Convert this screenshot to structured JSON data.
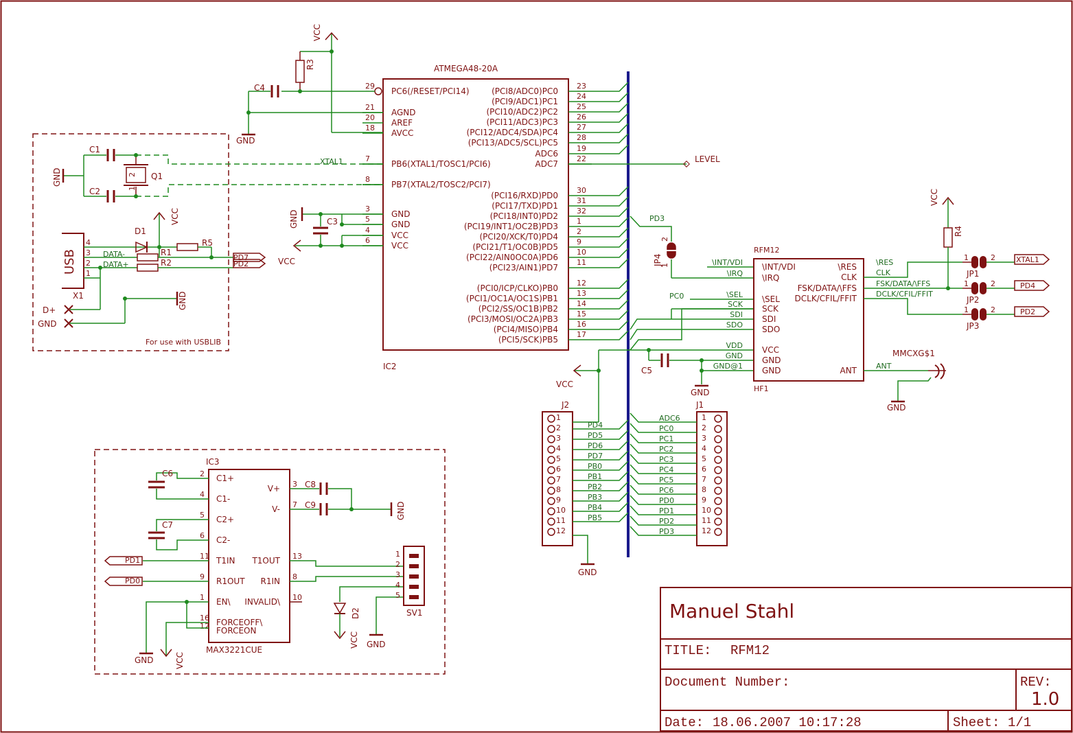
{
  "colors": {
    "symbol": "#7f1212",
    "net": "#1f8a1f",
    "bus": "#1a1a8c",
    "frame": "#7f1212"
  },
  "title_block": {
    "author": "Manuel Stahl",
    "title_label": "TITLE:",
    "title_value": "RFM12",
    "docnum_label": "Document Number:",
    "rev_label": "REV:",
    "rev_value": "1.0",
    "date_label": "Date:",
    "date_value": "18.06.2007 10:17:28",
    "sheet_label": "Sheet:",
    "sheet_value": "1/1"
  },
  "ic2": {
    "part": "ATMEGA48-20A",
    "ref": "IC2",
    "left_pins": [
      {
        "num": "29",
        "name": "PC6(/RESET/PCI14)"
      },
      {
        "num": "21",
        "name": "AGND"
      },
      {
        "num": "20",
        "name": "AREF"
      },
      {
        "num": "18",
        "name": "AVCC"
      },
      {
        "num": "7",
        "name": "PB6(XTAL1/TOSC1/PCI6)"
      },
      {
        "num": "8",
        "name": "PB7(XTAL2/TOSC2/PCI7)"
      },
      {
        "num": "3",
        "name": "GND"
      },
      {
        "num": "5",
        "name": "GND"
      },
      {
        "num": "4",
        "name": "VCC"
      },
      {
        "num": "6",
        "name": "VCC"
      }
    ],
    "right_pins": [
      {
        "num": "23",
        "name": "(PCI8/ADC0)PC0"
      },
      {
        "num": "24",
        "name": "(PCI9/ADC1)PC1"
      },
      {
        "num": "25",
        "name": "(PCI10/ADC2)PC2"
      },
      {
        "num": "26",
        "name": "(PCI11/ADC3)PC3"
      },
      {
        "num": "27",
        "name": "(PCI12/ADC4/SDA)PC4"
      },
      {
        "num": "28",
        "name": "(PCI13/ADC5/SCL)PC5"
      },
      {
        "num": "19",
        "name": "ADC6"
      },
      {
        "num": "22",
        "name": "ADC7"
      },
      {
        "num": "30",
        "name": "(PCI16/RXD)PD0"
      },
      {
        "num": "31",
        "name": "(PCI17/TXD)PD1"
      },
      {
        "num": "32",
        "name": "(PCI18/INT0)PD2"
      },
      {
        "num": "1",
        "name": "(PCI19/INT1/OC2B)PD3"
      },
      {
        "num": "2",
        "name": "(PCI20/XCK/T0)PD4"
      },
      {
        "num": "9",
        "name": "(PCI21/T1/OC0B)PD5"
      },
      {
        "num": "10",
        "name": "(PCI22/AIN0OC0A)PD6"
      },
      {
        "num": "11",
        "name": "(PCI23/AIN1)PD7"
      },
      {
        "num": "12",
        "name": "(PCI0/ICP/CLKO)PB0"
      },
      {
        "num": "13",
        "name": "(PCI1/OC1A/OC1S)PB1"
      },
      {
        "num": "14",
        "name": "(PCI2/SS/OC1B)PB2"
      },
      {
        "num": "15",
        "name": "(PCI3/MOSI/OC2A)PB3"
      },
      {
        "num": "16",
        "name": "(PCI4/MISO)PB4"
      },
      {
        "num": "17",
        "name": "(PCI5/SCK)PB5"
      }
    ]
  },
  "rfm12": {
    "ref": "RFM12",
    "ref2": "HF1",
    "left": [
      "\\INT/VDI",
      "\\IRQ",
      "\\SEL",
      "SCK",
      "SDI",
      "SDO",
      "VCC",
      "GND",
      "GND"
    ],
    "right": [
      "\\RES",
      "CLK",
      "FSK/DATA/\\FFS",
      "DCLK/CFIL/FFIT",
      "ANT"
    ],
    "left_nets": [
      "\\INT/VDI",
      "\\IRQ",
      "\\SEL",
      "SCK",
      "SDI",
      "SDO",
      "VDD",
      "GND",
      "GND@1"
    ],
    "right_nets": [
      "\\RES",
      "CLK",
      "FSK/DATA/\\FFS",
      "DCLK/CFIL/FFIT",
      "ANT"
    ]
  },
  "ic3": {
    "ref": "IC3",
    "part": "MAX3221CUE",
    "left": [
      {
        "num": "2",
        "name": "C1+"
      },
      {
        "num": "4",
        "name": "C1-"
      },
      {
        "num": "5",
        "name": "C2+"
      },
      {
        "num": "6",
        "name": "C2-"
      },
      {
        "num": "11",
        "name": "T1IN"
      },
      {
        "num": "9",
        "name": "R1OUT"
      },
      {
        "num": "1",
        "name": "EN\\"
      },
      {
        "num": "16",
        "name": "FORCEOFF\\"
      },
      {
        "num": "12",
        "name": "FORCEON"
      }
    ],
    "right": [
      {
        "num": "3",
        "name": "V+"
      },
      {
        "num": "7",
        "name": "V-"
      },
      {
        "num": "13",
        "name": "T1OUT"
      },
      {
        "num": "8",
        "name": "R1IN"
      },
      {
        "num": "10",
        "name": "INVALID\\"
      }
    ]
  },
  "j2": {
    "ref": "J2",
    "nets": [
      "PD4",
      "PD5",
      "PD6",
      "PD7",
      "PB0",
      "PB1",
      "PB2",
      "PB3",
      "PB4",
      "PB5"
    ]
  },
  "j1": {
    "ref": "J1",
    "nets": [
      "ADC6",
      "PC0",
      "PC1",
      "PC2",
      "PC3",
      "PC4",
      "PC5",
      "PC6",
      "PD0",
      "PD1",
      "PD2",
      "PD3"
    ]
  },
  "pin_numbers_12": [
    "1",
    "2",
    "3",
    "4",
    "5",
    "6",
    "7",
    "8",
    "9",
    "10",
    "11",
    "12"
  ],
  "pin_numbers_5": [
    "1",
    "2",
    "3",
    "4",
    "5"
  ],
  "labels": {
    "vcc": "VCC",
    "gnd": "GND",
    "c1": "C1",
    "c2": "C2",
    "c3": "C3",
    "c4": "C4",
    "c5": "C5",
    "c6": "C6",
    "c7": "C7",
    "c8": "C8",
    "c9": "C9",
    "r1": "R1",
    "r2": "R2",
    "r3": "R3",
    "r4": "R4",
    "r5": "R5",
    "q1": "Q1",
    "d1": "D1",
    "d2": "D2",
    "x1": "X1",
    "sv1": "SV1",
    "jp1": "JP1",
    "jp2": "JP2",
    "jp3": "JP3",
    "jp4": "JP4",
    "usb": "USB",
    "usblib": "For use with USBLIB",
    "dplus": "D+",
    "data_minus": "DATA-",
    "data_plus": "DATA+",
    "xtal1": "XTAL1",
    "level": "LEVEL",
    "pd3": "PD3",
    "pc0": "PC0",
    "mmcx": "MMCXG$1",
    "ant": "ANT",
    "pd7": "PD7",
    "pd2": "PD2",
    "pd4": "PD4",
    "pd1": "PD1",
    "pd0": "PD0",
    "one": "1",
    "two": "2",
    "usb_pins": [
      "4",
      "3",
      "2",
      "1"
    ]
  }
}
